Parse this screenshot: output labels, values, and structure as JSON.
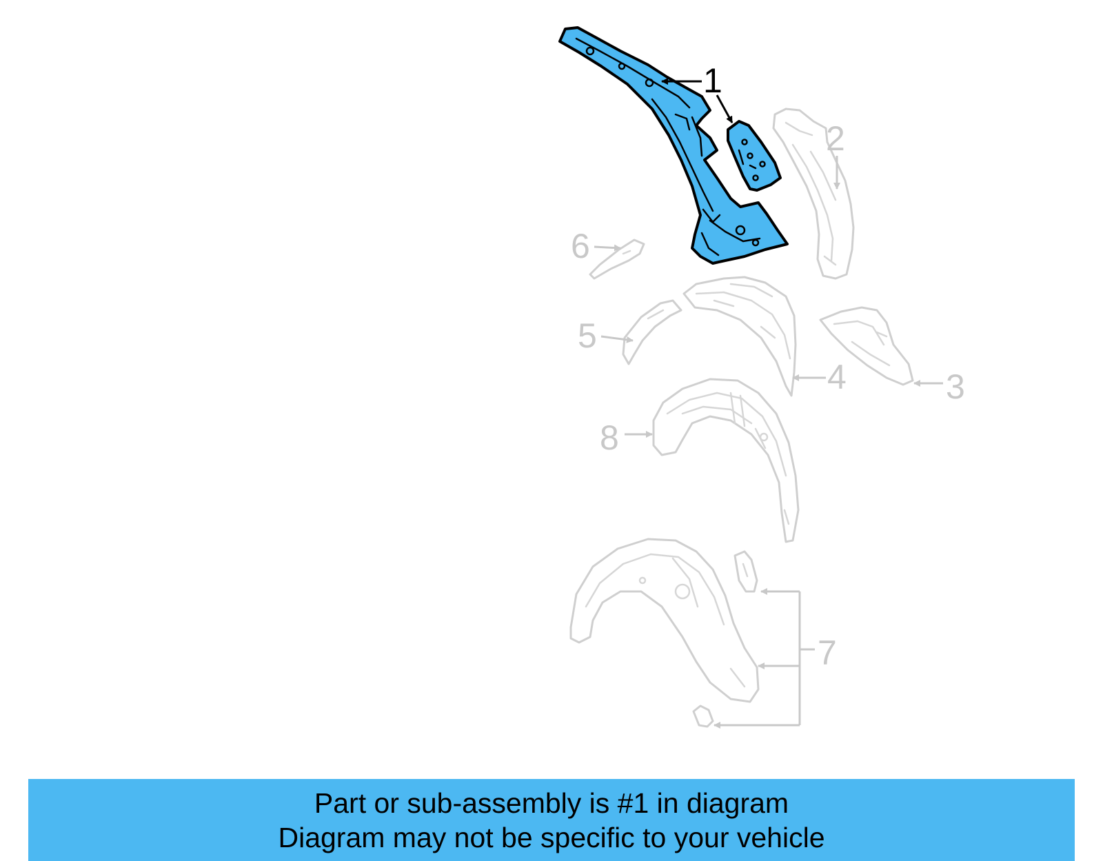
{
  "colors": {
    "highlight": "#4cb8f2",
    "dimmed_outline": "#cfcfcf",
    "dimmed_label": "#c8c8c8",
    "banner_background": "#4cb8f2",
    "text": "#000000"
  },
  "diagram": {
    "callouts": {
      "c1": "1",
      "c2": "2",
      "c3": "3",
      "c4": "4",
      "c5": "5",
      "c6": "6",
      "c7": "7",
      "c8": "8"
    },
    "highlighted_callout": "1"
  },
  "banner": {
    "line1": "Part or sub-assembly is #1 in diagram",
    "line2": "Diagram may not be specific to your vehicle"
  }
}
